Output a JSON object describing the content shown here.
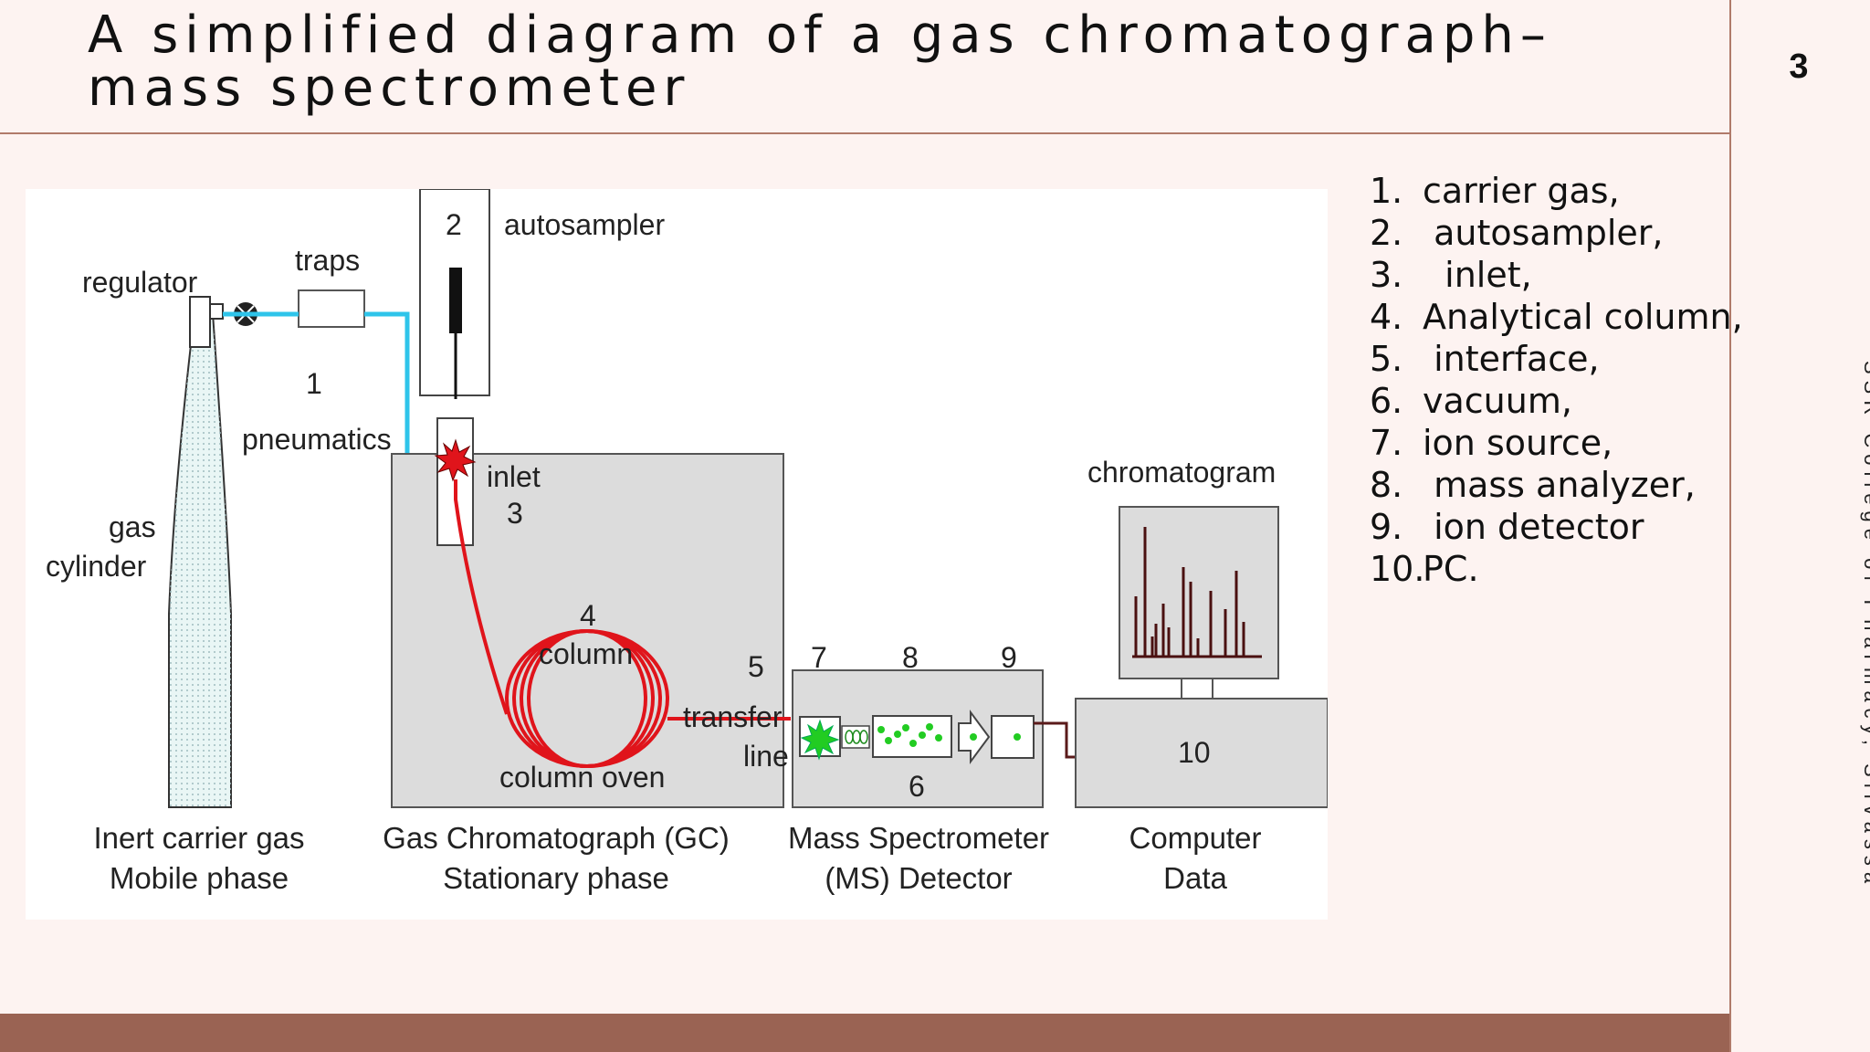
{
  "title": "A simplified diagram of a gas chromatograph–mass spectrometer",
  "slide_number": "3",
  "credit": "Parixit Prajapati,\nSSR College of Pharmacy, Silvassa",
  "legend": [
    {
      "num": "1.",
      "text": "carrier gas,"
    },
    {
      "num": "2.",
      "text": " autosampler,"
    },
    {
      "num": "3.",
      "text": "  inlet,"
    },
    {
      "num": "4.",
      "text": "Analytical column,"
    },
    {
      "num": "5.",
      "text": " interface,"
    },
    {
      "num": "6.",
      "text": "vacuum,"
    },
    {
      "num": "7.",
      "text": "ion source,"
    },
    {
      "num": "8.",
      "text": " mass analyzer,"
    },
    {
      "num": "9.",
      "text": " ion detector"
    },
    {
      "num": "10.",
      "text": "PC."
    }
  ],
  "diagram": {
    "regulator": "regulator",
    "traps": "traps",
    "n1": "1",
    "pneumatics": "pneumatics",
    "gas": "gas",
    "cylinder": "cylinder",
    "n2": "2",
    "autosampler": "autosampler",
    "inlet": "inlet",
    "n3": "3",
    "n4": "4",
    "column": "column",
    "column_oven": "column oven",
    "n5": "5",
    "transfer": "transfer",
    "line": "line",
    "n7": "7",
    "n8": "8",
    "n9": "9",
    "n6": "6",
    "chromatogram": "chromatogram",
    "n10": "10",
    "cap_gas_1": "Inert carrier gas",
    "cap_gas_2": "Mobile phase",
    "cap_gc_1": "Gas Chromatograph (GC)",
    "cap_gc_2": "Stationary phase",
    "cap_ms_1": "Mass Spectrometer",
    "cap_ms_2": "(MS) Detector",
    "cap_pc_1": "Computer",
    "cap_pc_2": "Data"
  },
  "colors": {
    "gas_line": "#2ec4ea",
    "column_line": "#e0141b",
    "ions": "#22cc22",
    "boxes": "#dcdcdc",
    "footer": "#9a6353",
    "rule": "#b07a6a"
  }
}
